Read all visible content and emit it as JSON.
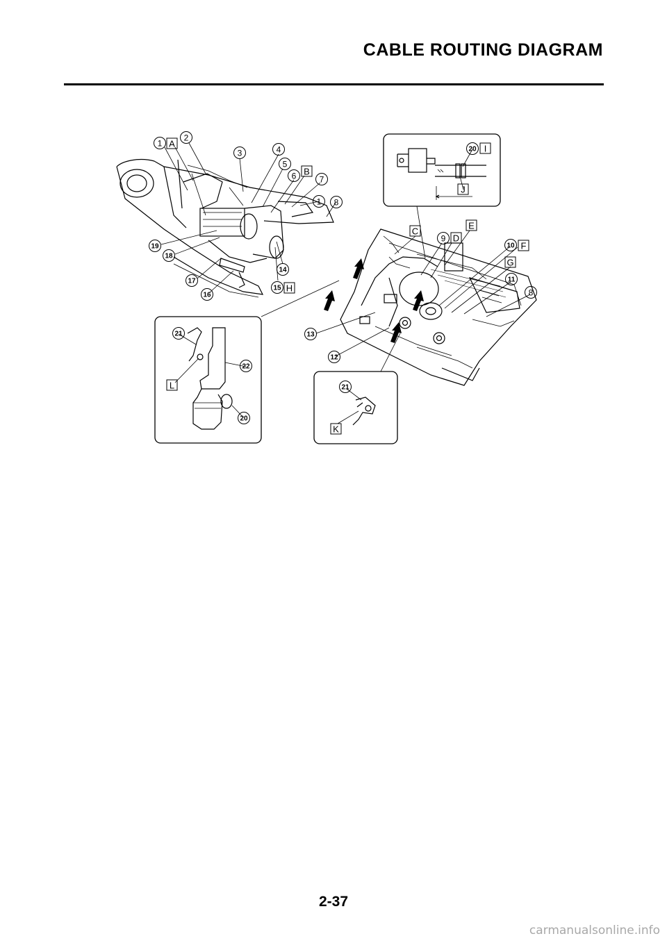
{
  "header": {
    "title": "CABLE ROUTING DIAGRAM"
  },
  "footer": {
    "page_number": "2-37",
    "watermark": "carmanualsonline.info"
  },
  "callouts": {
    "n1": "1",
    "n2": "2",
    "n3": "3",
    "n4": "4",
    "n5": "5",
    "n6": "6",
    "n7": "7",
    "n8": "8",
    "n9": "9",
    "n10": "10",
    "n11": "11",
    "n12": "12",
    "n13": "13",
    "n14": "14",
    "n15": "15",
    "n16": "16",
    "n17": "17",
    "n18": "18",
    "n19": "19",
    "n20": "20",
    "n21": "21",
    "n22": "22"
  },
  "letters": {
    "A": "A",
    "B": "B",
    "C": "C",
    "D": "D",
    "E": "E",
    "F": "F",
    "G": "G",
    "H": "H",
    "I": "I",
    "J": "J",
    "K": "K",
    "L": "L"
  }
}
